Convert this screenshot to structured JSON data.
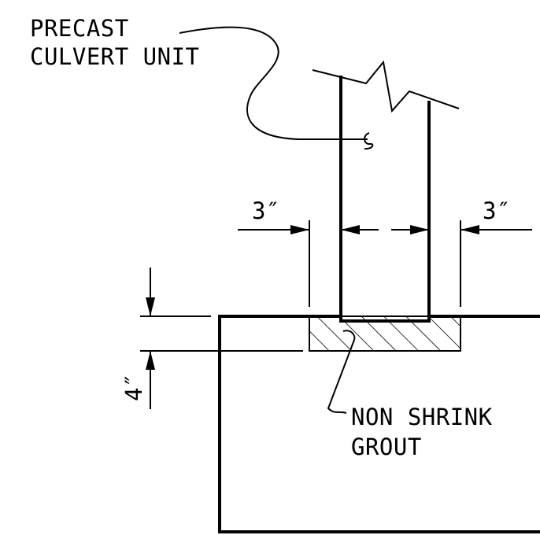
{
  "labels": {
    "unit_line1": "PRECAST",
    "unit_line2": "CULVERT UNIT",
    "grout_line1": "NON SHRINK",
    "grout_line2": "GROUT"
  },
  "dimensions": {
    "left_gap": "3″",
    "right_gap": "3″",
    "depth": "4″"
  },
  "colors": {
    "ink": "#000000",
    "paper": "#ffffff"
  }
}
